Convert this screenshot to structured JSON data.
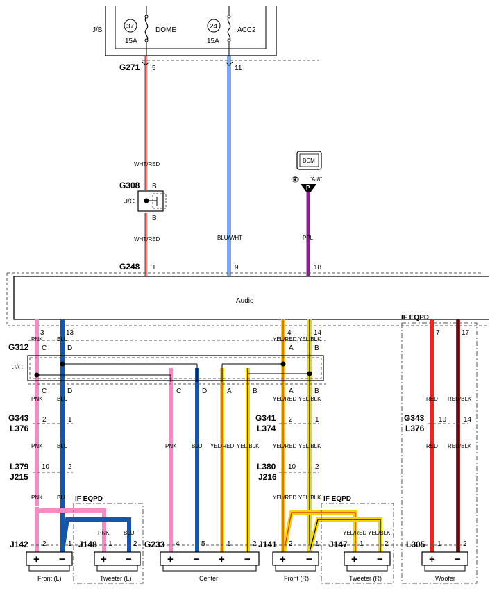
{
  "jb": {
    "label": "J/B",
    "fuses": [
      {
        "number": "37",
        "amps": "15A",
        "name": "DOME"
      },
      {
        "number": "24",
        "amps": "15A",
        "name": "ACC2"
      }
    ]
  },
  "connectors": {
    "g271": {
      "name": "G271",
      "pin_a": "5",
      "pin_b": "11"
    },
    "g308": {
      "name": "G308",
      "jc_label": "J/C",
      "pin_top": "B",
      "pin_bottom": "B"
    },
    "g248": {
      "name": "G248",
      "pin_a": "1",
      "pin_b": "9",
      "pin_c": "18"
    },
    "g312": {
      "name": "G312",
      "jc_label": "J/C"
    },
    "g343_left": {
      "name": "G343",
      "sub": "L376",
      "pin_a": "2",
      "pin_b": "1"
    },
    "g341": {
      "name": "G341",
      "sub": "L374",
      "pin_a": "2",
      "pin_b": "1"
    },
    "g343_right": {
      "name": "G343",
      "sub": "L376",
      "pin_a": "10",
      "pin_b": "14"
    },
    "l379": {
      "name": "L379",
      "sub": "J215",
      "pin_a": "10",
      "pin_b": "2"
    },
    "l380": {
      "name": "L380",
      "sub": "J216",
      "pin_a": "10",
      "pin_b": "2"
    },
    "j142": {
      "name": "J142",
      "pin_a": "2",
      "pin_b": "1"
    },
    "j148": {
      "name": "J148",
      "pin_a": "1",
      "pin_b": "2"
    },
    "g233": {
      "name": "G233",
      "pin_a": "4",
      "pin_b": "5",
      "pin_c": "1",
      "pin_d": "2"
    },
    "j141": {
      "name": "J141",
      "pin_a": "2",
      "pin_b": "1"
    },
    "j147": {
      "name": "J147",
      "pin_a": "1",
      "pin_b": "2"
    },
    "l305": {
      "name": "L305",
      "pin_a": "1",
      "pin_b": "2"
    }
  },
  "audio": {
    "label": "Audio",
    "pins": {
      "pnk": "3",
      "blu": "13",
      "yel_red": "4",
      "yel_blk": "14",
      "red": "7",
      "red_blk": "17"
    },
    "if_eqpd": "IF EQPD"
  },
  "bcm": {
    "label": "BCM",
    "ref": "\"A-8\"",
    "pin": "P"
  },
  "wire_colors": {
    "wht_red": "WHT/RED",
    "blu_wht": "BLU/WHT",
    "ppl": "PPL",
    "pnk": "PNK",
    "blu": "BLU",
    "yel_red": "YEL/RED",
    "yel_blk": "YEL/BLK",
    "red": "RED",
    "red_blk": "RED/BLK"
  },
  "jc_pins": {
    "c": "C",
    "d": "D",
    "a": "A",
    "b": "B"
  },
  "speakers": {
    "front_l": "Front (L)",
    "tweeter_l": "Tweeter (L)",
    "center": "Center",
    "front_r": "Front (R)",
    "tweeter_r": "Tweeter (R)",
    "woofer": "Woofer",
    "if_eqpd": "IF EQPD",
    "plus": "+",
    "minus": "−"
  },
  "colors": {
    "pink": "#f48cc4",
    "blue": "#1456a8",
    "red": "#e8281e",
    "dark_red": "#b01818",
    "yellow": "#f2d40a",
    "purple": "#8a1c8c",
    "wht_red_stripe": "#e8281e"
  }
}
